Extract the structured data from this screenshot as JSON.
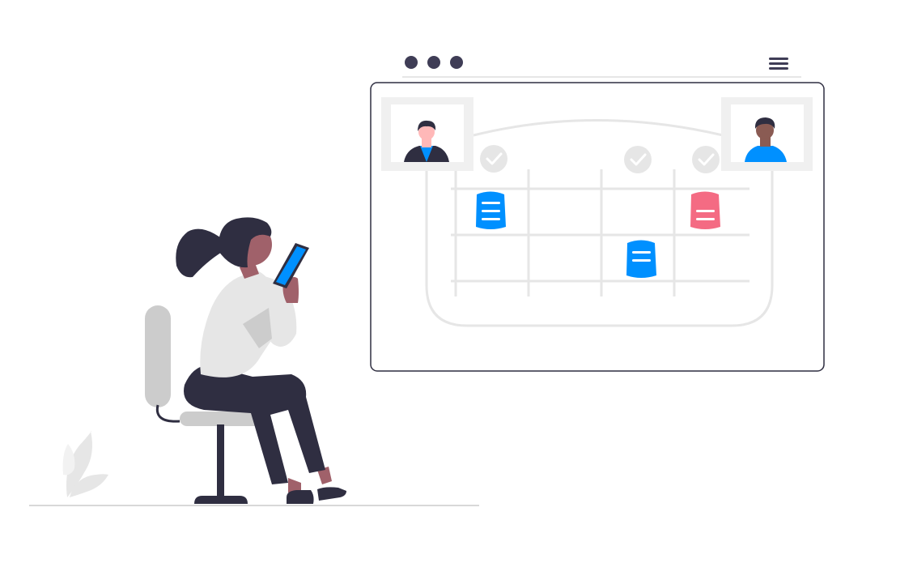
{
  "browser_mock": {
    "window_dots": [
      "dot",
      "dot",
      "dot"
    ],
    "menu_icon": "hamburger-menu-icon"
  },
  "board": {
    "participants": [
      {
        "name": "",
        "icon": "user-avatar-icon"
      },
      {
        "name": "",
        "icon": "user-avatar-icon"
      }
    ],
    "checkmarks": [
      "check-circle-icon",
      "check-circle-icon",
      "check-circle-icon"
    ],
    "documents": [
      {
        "icon": "document-icon",
        "color": "#0090ff"
      },
      {
        "icon": "document-icon",
        "color": "#0090ff"
      },
      {
        "icon": "document-icon",
        "color": "#f46b83"
      }
    ]
  },
  "colors": {
    "dark": "#2f2e41",
    "accent_blue": "#0090ff",
    "accent_pink": "#f46b83",
    "light_gray": "#e6e6e6",
    "mid_gray": "#cccccc",
    "skin_brown": "#a0616a",
    "skin_light": "#ffb8b8",
    "skin_dark": "#8a5b53"
  }
}
